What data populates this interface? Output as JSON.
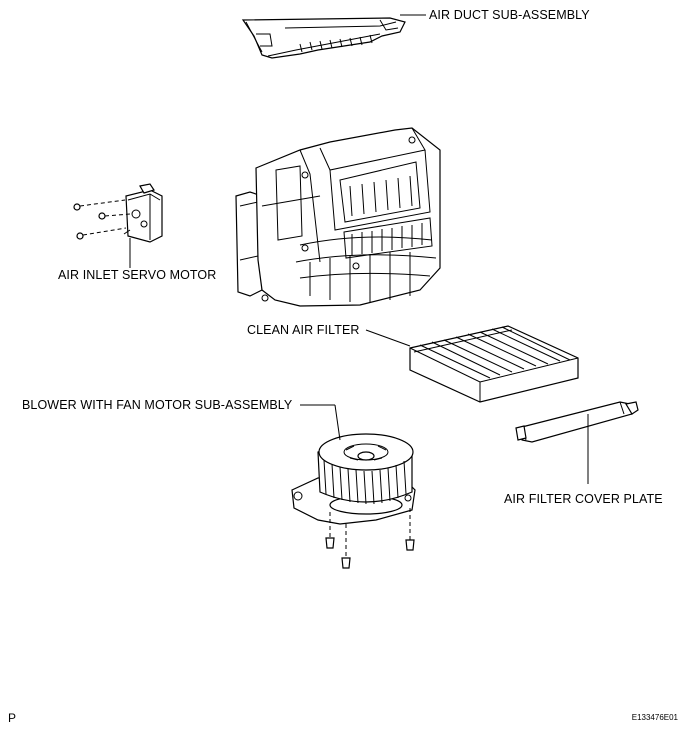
{
  "labels": {
    "air_duct": "AIR DUCT SUB-ASSEMBLY",
    "servo_motor": "AIR INLET SERVO MOTOR",
    "clean_filter": "CLEAN AIR FILTER",
    "blower": "BLOWER WITH FAN MOTOR SUB-ASSEMBLY",
    "cover_plate": "AIR FILTER COVER PLATE"
  },
  "footer": {
    "page_letter": "P",
    "figure_code": "E133476E01"
  }
}
